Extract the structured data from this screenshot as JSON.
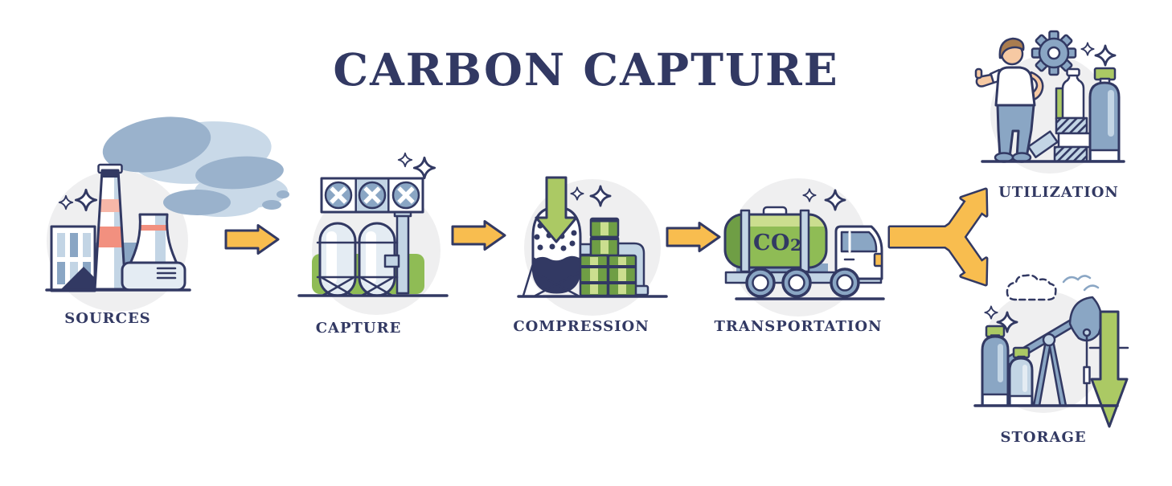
{
  "title": "CARBON CAPTURE",
  "stages": [
    {
      "id": "sources",
      "label": "SOURCES",
      "icon": "power-plant-emissions-illustration"
    },
    {
      "id": "capture",
      "label": "CAPTURE",
      "icon": "absorber-tanks-fan-unit-illustration"
    },
    {
      "id": "compression",
      "label": "COMPRESSION",
      "icon": "hopper-and-barrels-illustration"
    },
    {
      "id": "transportation",
      "label": "TRANSPORTATION",
      "icon": "co2-tanker-truck-illustration",
      "tank_label_main": "CO",
      "tank_label_sub": "2"
    },
    {
      "id": "utilization",
      "label": "UTILIZATION",
      "icon": "person-gear-products-illustration"
    },
    {
      "id": "storage",
      "label": "STORAGE",
      "icon": "pumpjack-cylinders-underground-illustration"
    }
  ],
  "connectors": [
    {
      "id": "arrow-1",
      "icon": "flow-arrow-right",
      "from": "sources",
      "to": "capture"
    },
    {
      "id": "arrow-2",
      "icon": "flow-arrow-right",
      "from": "capture",
      "to": "compression"
    },
    {
      "id": "arrow-3",
      "icon": "flow-arrow-right",
      "from": "compression",
      "to": "transportation"
    },
    {
      "id": "arrow-4",
      "icon": "branch-arrow-split",
      "from": "transportation",
      "to": "utilization / storage"
    }
  ],
  "icons": [
    "sparkle-icon",
    "smokestack-icon",
    "cooling-tower-icon",
    "factory-building-icon",
    "coal-pile-icon",
    "smoke-cloud-icon",
    "fan-unit-icon",
    "absorber-tank-icon",
    "hopper-icon",
    "down-arrow-icon",
    "barrel-icon",
    "pipe-icon",
    "tanker-truck-icon",
    "gear-icon",
    "person-icon",
    "bottle-icon",
    "gas-cylinder-icon",
    "block-icon",
    "cloud-icon",
    "pumpjack-icon"
  ],
  "colors": {
    "navy": "#323963",
    "orange": "#f8bd4f",
    "green": "#8fbc55",
    "green_dark": "#6f9e45",
    "green_light": "#abc964",
    "green_pale": "#cbde8f",
    "bluegray": "#8aa6c4",
    "bluegray_light": "#c3d5e5",
    "bluegray_pale": "#e4ecf3",
    "smoke_dark": "#9ab2cc",
    "smoke_light": "#c9d9e8",
    "circle_bg": "#efeff0",
    "salmon": "#f2907f",
    "salmon_light": "#f7b7a8",
    "skin": "#f6c9a3",
    "hair": "#a97c4f"
  }
}
